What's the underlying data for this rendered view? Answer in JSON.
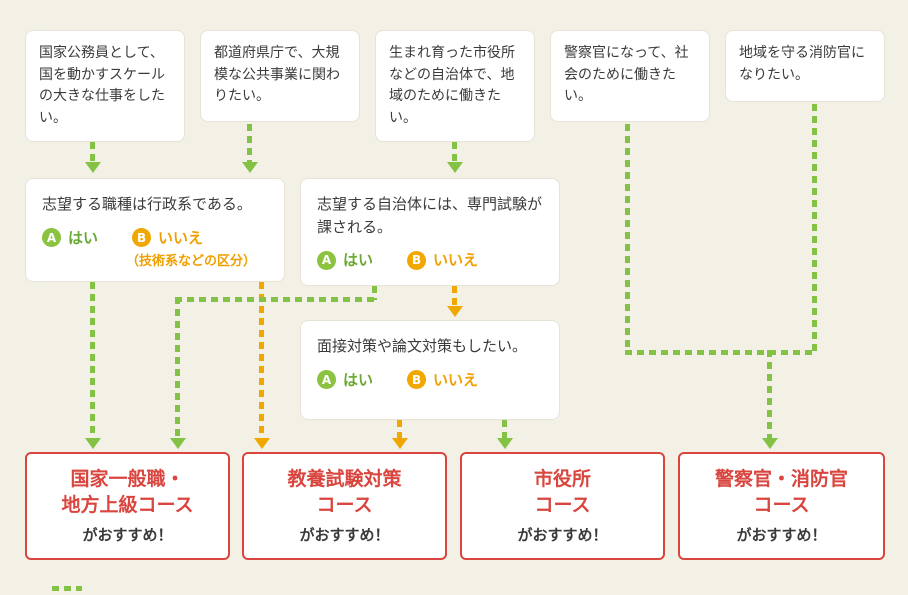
{
  "colors": {
    "background": "#f3f0e6",
    "green": "#83c245",
    "orange": "#f0a800",
    "red": "#d9463f",
    "text": "#3a3a3a"
  },
  "top_boxes": [
    {
      "text": "国家公務員として、国を動かすスケールの大きな仕事をしたい。"
    },
    {
      "text": "都道府県庁で、大規模な公共事業に関わりたい。"
    },
    {
      "text": "生まれ育った市役所などの自治体で、地域のために働きたい。"
    },
    {
      "text": "警察官になって、社会のために働きたい。"
    },
    {
      "text": "地域を守る消防官になりたい。"
    }
  ],
  "questions": [
    {
      "text": "志望する職種は行政系である。",
      "a_label": "A",
      "a_text": "はい",
      "b_label": "B",
      "b_text": "いいえ",
      "b_note": "（技術系などの区分）"
    },
    {
      "text": "志望する自治体には、専門試験が課される。",
      "a_label": "A",
      "a_text": "はい",
      "b_label": "B",
      "b_text": "いいえ"
    },
    {
      "text": "面接対策や論文対策もしたい。",
      "a_label": "A",
      "a_text": "はい",
      "b_label": "B",
      "b_text": "いいえ"
    }
  ],
  "courses": [
    {
      "name": "国家一般職・\n地方上級コース",
      "suffix": "がおすすめ！"
    },
    {
      "name": "教養試験対策\nコース",
      "suffix": "がおすすめ！"
    },
    {
      "name": "市役所\nコース",
      "suffix": "がおすすめ！"
    },
    {
      "name": "警察官・消防官\nコース",
      "suffix": "がおすすめ！"
    }
  ],
  "edges": [
    {
      "from": "goal-box-1",
      "to": "question-1",
      "color": "green"
    },
    {
      "from": "goal-box-2",
      "to": "question-1",
      "color": "green"
    },
    {
      "from": "goal-box-3",
      "to": "question-2",
      "color": "green"
    },
    {
      "from": "question-1-a",
      "to": "course-1",
      "color": "green"
    },
    {
      "from": "question-1-b",
      "to": "course-2",
      "color": "orange"
    },
    {
      "from": "question-2-a",
      "to": "course-1",
      "color": "green"
    },
    {
      "from": "question-2-b",
      "to": "question-3",
      "color": "orange"
    },
    {
      "from": "question-3-a",
      "to": "course-3",
      "color": "green"
    },
    {
      "from": "question-3-b",
      "to": "course-2",
      "color": "orange"
    },
    {
      "from": "goal-box-4",
      "to": "course-4",
      "color": "green"
    },
    {
      "from": "goal-box-5",
      "to": "course-4",
      "color": "green"
    }
  ]
}
